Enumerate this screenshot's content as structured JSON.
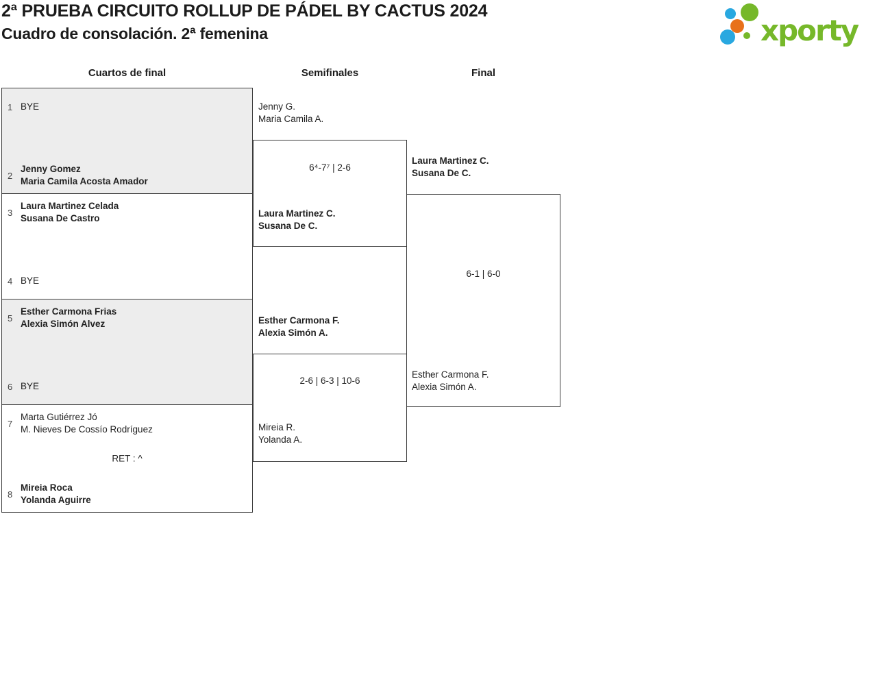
{
  "header": {
    "title": "2ª PRUEBA CIRCUITO ROLLUP DE PÁDEL BY CACTUS 2024",
    "subtitle": "Cuadro de consolación. 2ª femenina",
    "logo": {
      "text": "xporty",
      "green": "#76b82a",
      "blue": "#29a8e0",
      "orange": "#e8711a"
    }
  },
  "bracket": {
    "rounds": [
      {
        "label": "Cuartos de final"
      },
      {
        "label": "Semifinales"
      },
      {
        "label": "Final"
      }
    ],
    "quarterfinals": [
      {
        "score": "",
        "slots": [
          {
            "seed": "1",
            "winner": false,
            "lines": [
              "BYE"
            ]
          },
          {
            "seed": "2",
            "winner": true,
            "lines": [
              "Jenny Gomez",
              "Maria Camila Acosta Amador"
            ]
          }
        ]
      },
      {
        "score": "",
        "slots": [
          {
            "seed": "3",
            "winner": true,
            "lines": [
              "Laura Martinez Celada",
              "Susana De Castro"
            ]
          },
          {
            "seed": "4",
            "winner": false,
            "lines": [
              "BYE"
            ]
          }
        ]
      },
      {
        "score": "",
        "slots": [
          {
            "seed": "5",
            "winner": true,
            "lines": [
              "Esther Carmona Frias",
              "Alexia Simón Alvez"
            ]
          },
          {
            "seed": "6",
            "winner": false,
            "lines": [
              "BYE"
            ]
          }
        ]
      },
      {
        "score": "RET : ^",
        "slots": [
          {
            "seed": "7",
            "winner": false,
            "lines": [
              "Marta Gutiérrez Jó",
              "M. Nieves De Cossío Rodríguez"
            ]
          },
          {
            "seed": "8",
            "winner": true,
            "lines": [
              "Mireia Roca",
              "Yolanda Aguirre"
            ]
          }
        ]
      }
    ],
    "semifinals": [
      {
        "score": "6⁴-7⁷ | 2-6",
        "top": {
          "winner": false,
          "lines": [
            "Jenny G.",
            "Maria Camila A."
          ]
        },
        "bottom": {
          "winner": true,
          "lines": [
            "Laura Martinez C.",
            "Susana De C."
          ]
        }
      },
      {
        "score": "2-6 | 6-3 | 10-6",
        "top": {
          "winner": true,
          "lines": [
            "Esther Carmona F.",
            "Alexia Simón A."
          ]
        },
        "bottom": {
          "winner": false,
          "lines": [
            "Mireia R.",
            "Yolanda A."
          ]
        }
      }
    ],
    "final": {
      "score": "6-1 | 6-0",
      "top": {
        "winner": true,
        "lines": [
          "Laura Martinez C.",
          "Susana De C."
        ]
      },
      "bottom": {
        "winner": false,
        "lines": [
          "Esther Carmona F.",
          "Alexia Simón A."
        ]
      }
    }
  }
}
